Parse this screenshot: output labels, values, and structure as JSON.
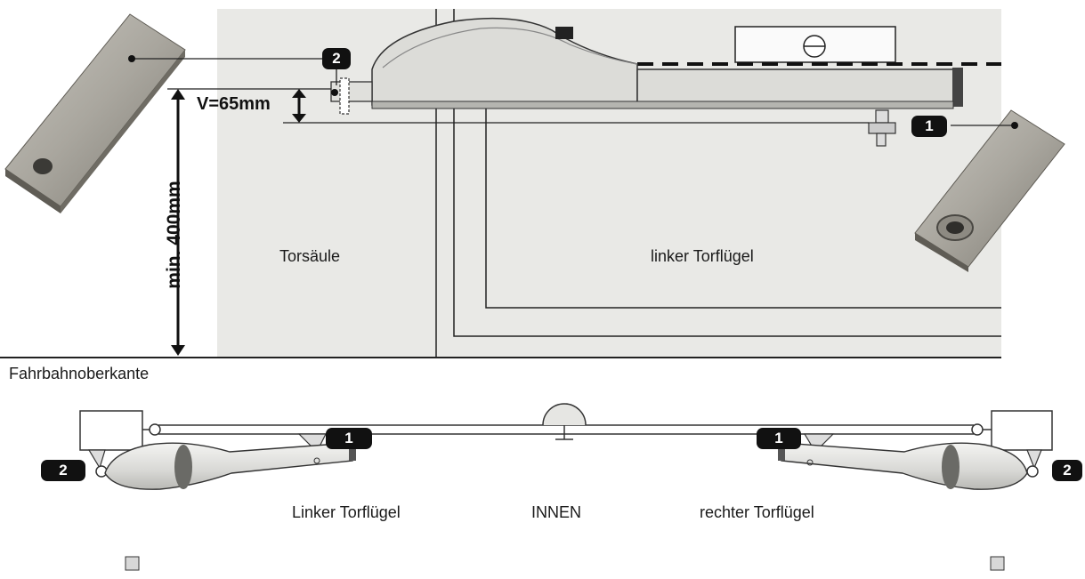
{
  "labels": {
    "gate_post": "Torsäule",
    "left_leaf_top": "linker Torflügel",
    "road_edge": "Fahrbahnoberkante",
    "left_leaf": "Linker Torflügel",
    "inside": "INNEN",
    "right_leaf": "rechter Torflügel"
  },
  "dimensions": {
    "v_offset": "V=65mm",
    "min_height": "min. 400mm"
  },
  "badges": {
    "one": "1",
    "two": "2"
  },
  "colors": {
    "panel": "#e9e9e6",
    "line": "#222222",
    "badge": "#111111",
    "metal": "#9a9890"
  }
}
